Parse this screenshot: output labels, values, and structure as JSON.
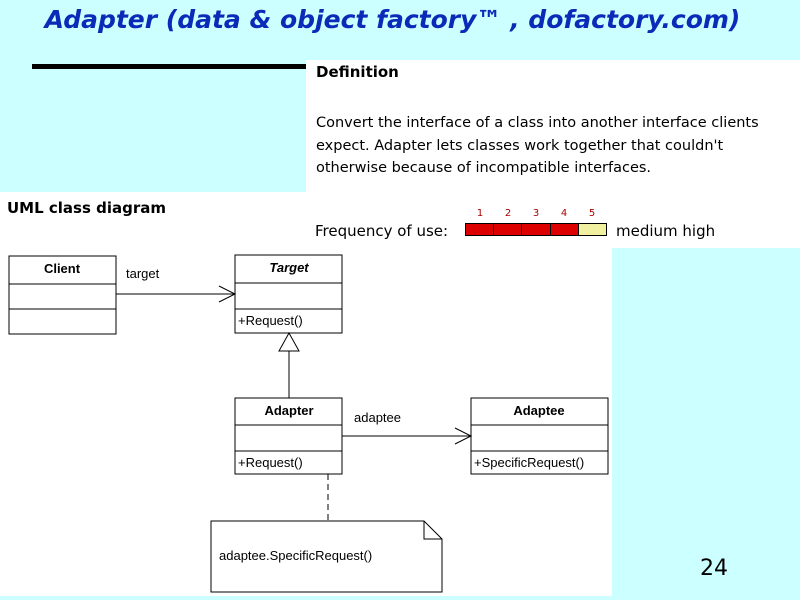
{
  "slide": {
    "title": "Adapter (data & object factory™ , dofactory.com)",
    "page_number": "24"
  },
  "definition": {
    "heading": "Definition",
    "text": "Convert the interface of a class into another interface clients expect. Adapter lets classes work together that couldn't otherwise because of incompatible interfaces.",
    "frequency_label": "Frequency of use:",
    "frequency_scale": [
      "1",
      "2",
      "3",
      "4",
      "5"
    ],
    "frequency_value": 4,
    "frequency_max": 5,
    "frequency_text": "medium high",
    "colors": {
      "filled": "#dd0000",
      "empty": "#f0f0a0"
    }
  },
  "uml": {
    "heading": "UML class diagram",
    "classes": {
      "client": {
        "name": "Client",
        "operations": ""
      },
      "target": {
        "name": "Target",
        "operations": "+Request()"
      },
      "adapter": {
        "name": "Adapter",
        "operations": "+Request()"
      },
      "adaptee": {
        "name": "Adaptee",
        "operations": "+SpecificRequest()"
      }
    },
    "associations": {
      "client_target": "target",
      "adapter_adaptee": "adaptee"
    },
    "note": "adaptee.SpecificRequest()"
  }
}
